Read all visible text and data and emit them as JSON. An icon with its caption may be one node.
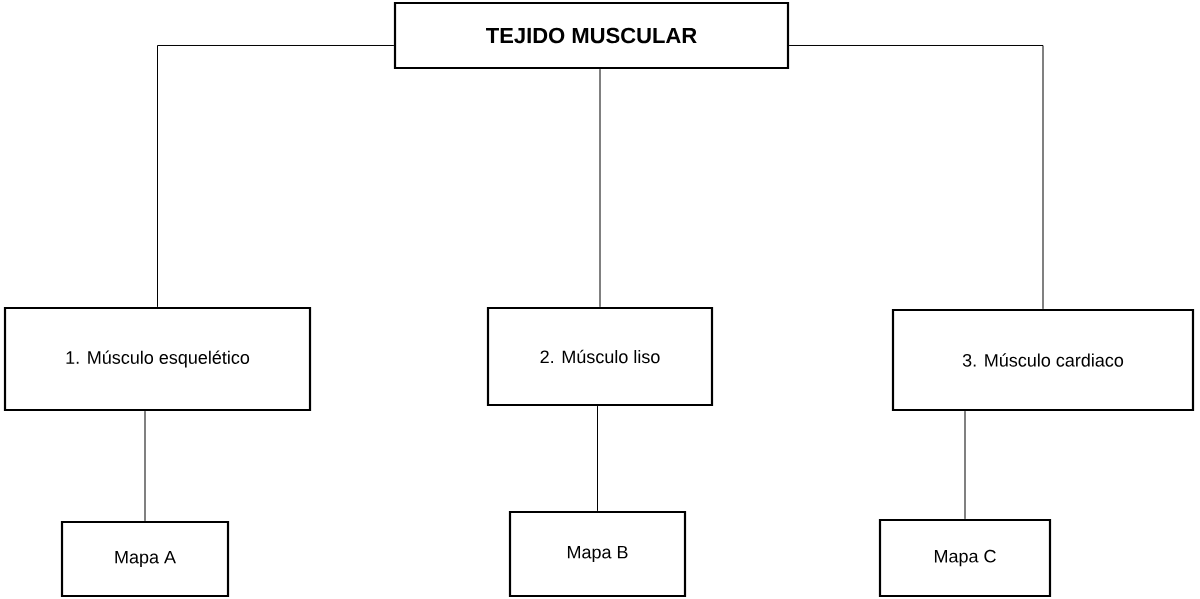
{
  "diagram": {
    "nodes": [
      {
        "text": [
          "TEJIDO MUSCULAR"
        ]
      },
      {
        "text": [
          "1. Músculo esquelético"
        ]
      },
      {
        "text": [
          "2. Músculo liso"
        ]
      },
      {
        "text": [
          "3. Músculo cardiaco"
        ]
      },
      {
        "text": [
          "Mapa A"
        ]
      },
      {
        "text": [
          "Mapa B"
        ]
      },
      {
        "text": [
          "Mapa C"
        ]
      }
    ],
    "edges": [
      {
        "from": 0,
        "to": 1,
        "arrow": "none"
      },
      {
        "from": 0,
        "to": 2,
        "arrow": "none"
      },
      {
        "from": 0,
        "to": 3,
        "arrow": "none"
      },
      {
        "from": 1,
        "to": 4,
        "arrow": "none"
      },
      {
        "from": 2,
        "to": 5,
        "arrow": "none"
      },
      {
        "from": 3,
        "to": 6,
        "arrow": "none"
      }
    ]
  }
}
